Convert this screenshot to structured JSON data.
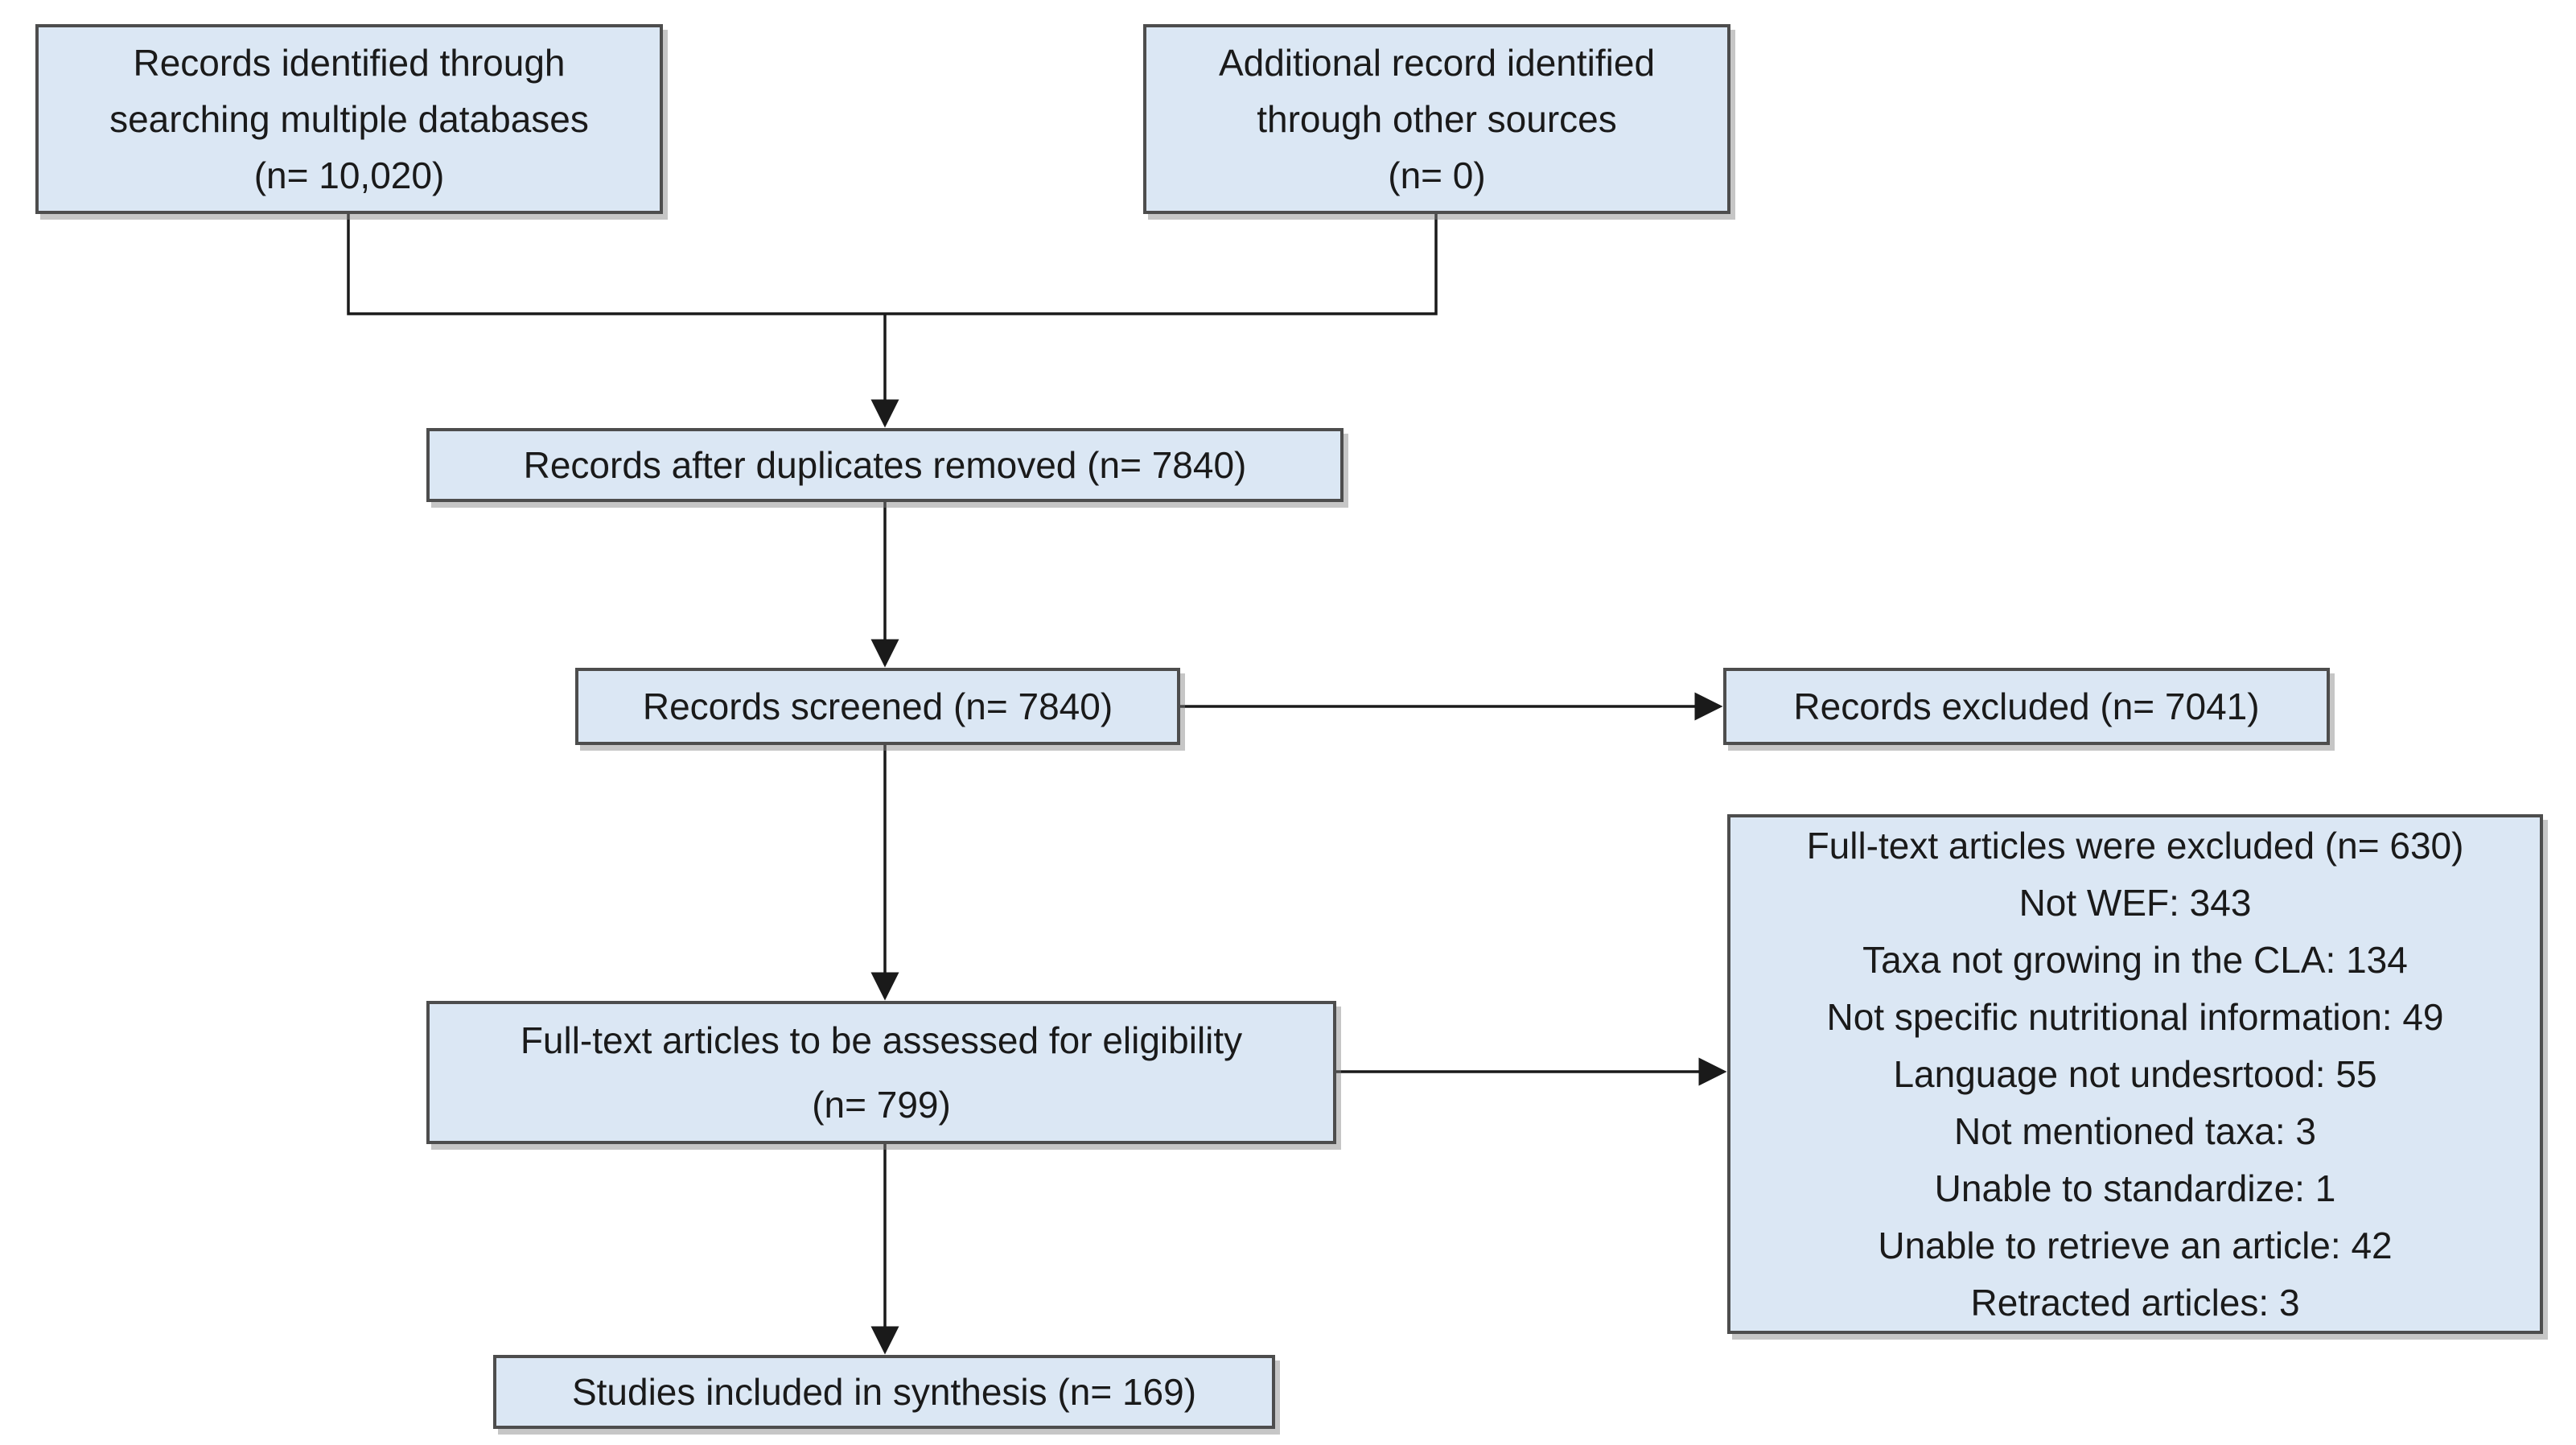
{
  "diagram_type": "study-selection-flowchart",
  "colors": {
    "box_fill": "#dbe7f4",
    "box_border": "#4d4d4d",
    "connector": "#1a1a1a",
    "shadow": "#808080"
  },
  "boxes": {
    "identification_db": {
      "lines": [
        "Records identified through",
        "searching multiple databases",
        "(n= 10,020)"
      ],
      "n": 10020
    },
    "identification_other": {
      "lines": [
        "Additional record identified",
        "through other sources",
        "(n= 0)"
      ],
      "n": 0
    },
    "duplicates_removed": {
      "lines": [
        "Records after duplicates removed (n= 7840)"
      ],
      "n": 7840
    },
    "screened": {
      "lines": [
        "Records screened (n= 7840)"
      ],
      "n": 7840
    },
    "records_excluded": {
      "lines": [
        "Records excluded (n= 7041)"
      ],
      "n": 7041
    },
    "fulltext_assessed": {
      "lines": [
        "Full-text articles to be assessed for eligibility",
        "(n= 799)"
      ],
      "n": 799
    },
    "fulltext_excluded": {
      "lines": [
        "Full-text articles were excluded (n= 630)",
        "Not WEF: 343",
        "Taxa not growing in the CLA: 134",
        "Not specific nutritional information: 49",
        "Language not undesrtood: 55",
        "Not mentioned taxa: 3",
        "Unable to standardize: 1",
        "Unable to retrieve an article: 42",
        "Retracted articles: 3"
      ],
      "n": 630,
      "reasons": [
        {
          "label": "Not WEF",
          "count": 343
        },
        {
          "label": "Taxa not growing in the CLA",
          "count": 134
        },
        {
          "label": "Not specific nutritional information",
          "count": 49
        },
        {
          "label": "Language not undesrtood",
          "count": 55
        },
        {
          "label": "Not mentioned taxa",
          "count": 3
        },
        {
          "label": "Unable to standardize",
          "count": 1
        },
        {
          "label": "Unable to retrieve an article",
          "count": 42
        },
        {
          "label": "Retracted articles",
          "count": 3
        }
      ]
    },
    "included": {
      "lines": [
        "Studies included in synthesis (n= 169)"
      ],
      "n": 169
    }
  },
  "edges": [
    {
      "from": "identification_db",
      "to": "duplicates_removed"
    },
    {
      "from": "identification_other",
      "to": "duplicates_removed"
    },
    {
      "from": "duplicates_removed",
      "to": "screened"
    },
    {
      "from": "screened",
      "to": "records_excluded"
    },
    {
      "from": "screened",
      "to": "fulltext_assessed"
    },
    {
      "from": "fulltext_assessed",
      "to": "fulltext_excluded"
    },
    {
      "from": "fulltext_assessed",
      "to": "included"
    }
  ]
}
